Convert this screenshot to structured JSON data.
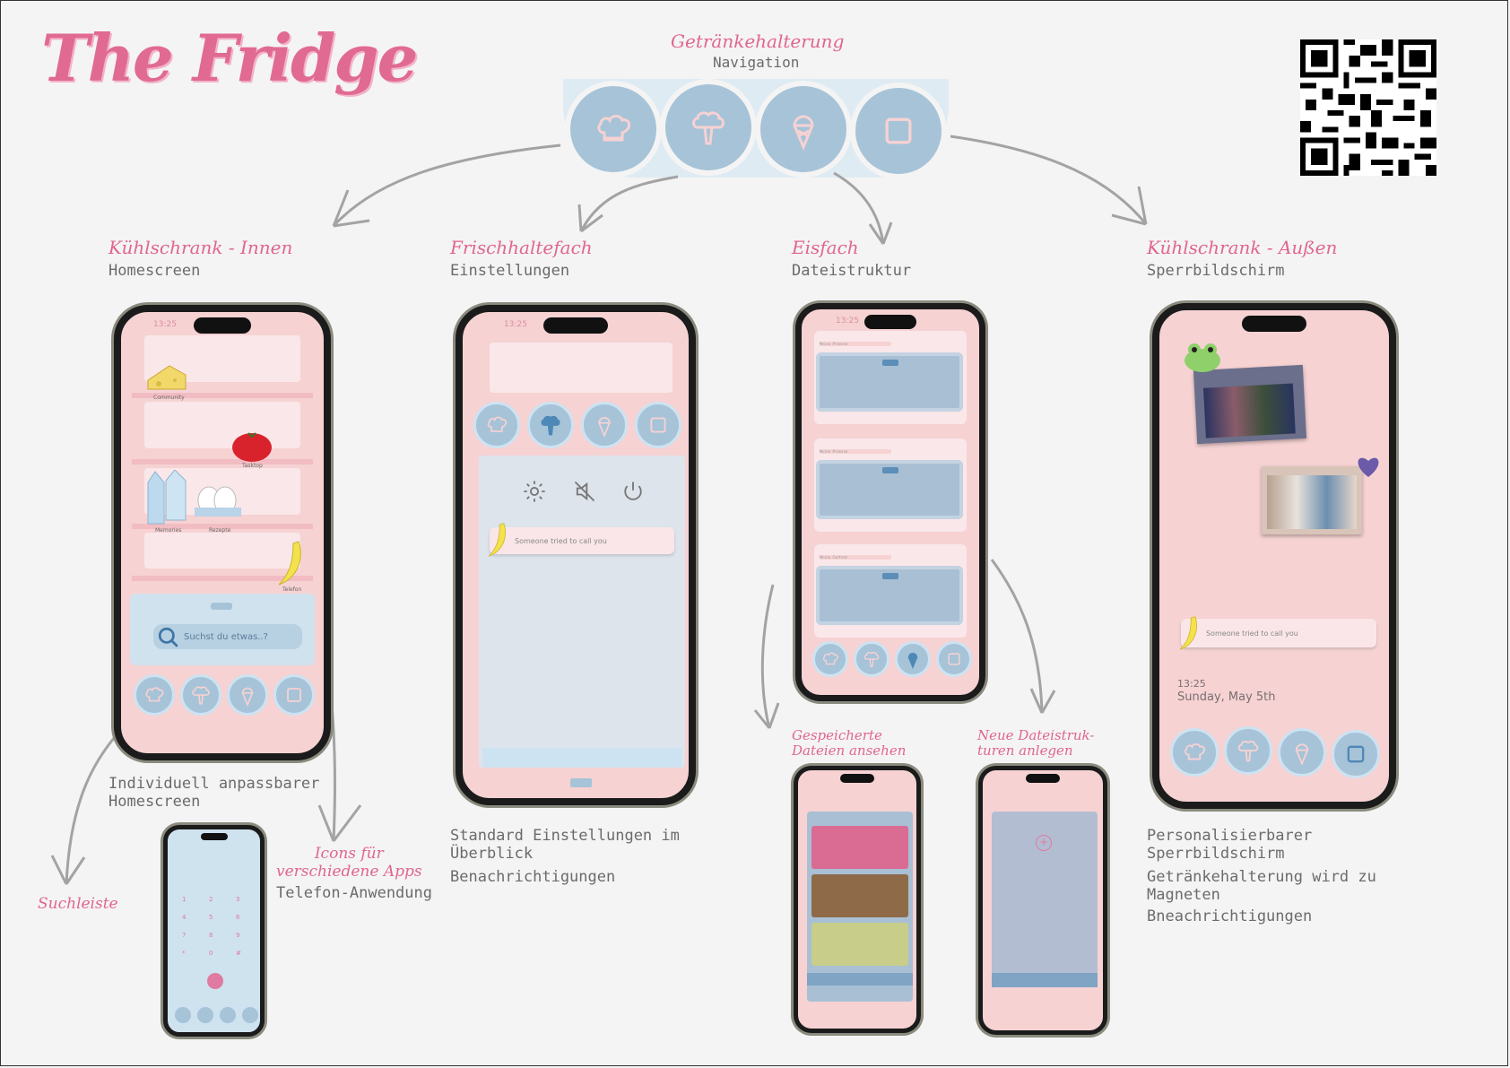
{
  "title": "The Fridge",
  "nav": {
    "heading": "Getränkehalterung",
    "caption": "Navigation",
    "icons": [
      "chef-hat-icon",
      "broccoli-icon",
      "ice-cream-icon",
      "square-icon"
    ]
  },
  "sections": [
    {
      "heading": "Kühlschrank - Innen",
      "caption": "Homescreen"
    },
    {
      "heading": "Frischhaltefach",
      "caption": "Einstellungen"
    },
    {
      "heading": "Eisfach",
      "caption": "Dateistruktur"
    },
    {
      "heading": "Kühlschrank - Außen",
      "caption": "Sperrbildschirm"
    }
  ],
  "home": {
    "time": "13:25",
    "apps": [
      "Community",
      "Tasktop",
      "Memories",
      "Rezepte",
      "Telefon"
    ],
    "search_placeholder": "Suchst du etwas..?",
    "description": "Individuell anpassbarer\nHomescreen",
    "annot_search": "Suchleiste",
    "annot_icons": "Icons für\nverschiedene Apps",
    "annot_phone": "Telefon-Anwendung"
  },
  "settings": {
    "time": "13:25",
    "notification": "Someone tried to call you",
    "description": "Standard Einstellungen im\nÜberblick",
    "description2": "Benachrichtigungen"
  },
  "files": {
    "time": "13:25",
    "folders": [
      "Meine Proesse",
      "Meine Proesse",
      "Meine Content"
    ],
    "annot_view": "Gespeicherte\nDateien ansehen",
    "annot_new": "Neue Dateistruk-\nturen anlegen"
  },
  "lock": {
    "notification": "Someone tried to call you",
    "time": "13:25",
    "date": "Sunday, May 5th",
    "description": "Personalisierbarer\nSperrbildschirm",
    "description2": "Getränkehalterung wird zu\nMagneten",
    "description3": "Bneachrichtigungen"
  },
  "dialer": {
    "keys": [
      "1",
      "2",
      "3",
      "4",
      "5",
      "6",
      "7",
      "8",
      "9",
      "*",
      "0",
      "#"
    ]
  },
  "colors": {
    "accent": "#e0668f",
    "dock": "#a7c3d8",
    "phone_bg": "#f6d2d3"
  }
}
